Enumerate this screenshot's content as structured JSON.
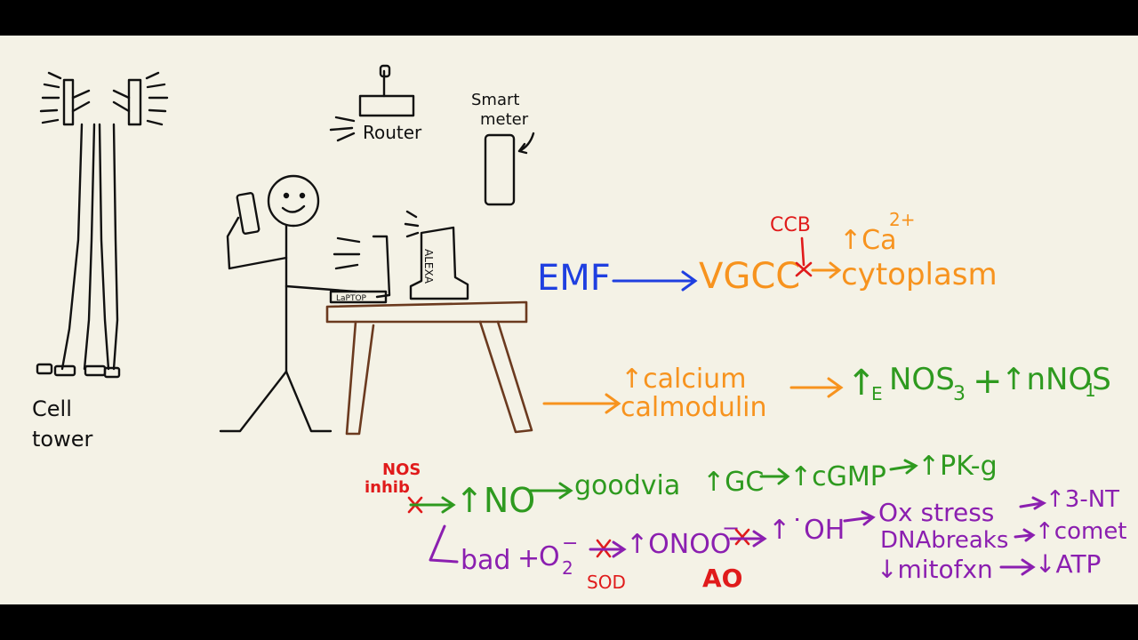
{
  "colors": {
    "background": "#f4f2e6",
    "ink": "#111111",
    "blue": "#1f3fe0",
    "orange": "#f7931e",
    "green": "#2e9a1f",
    "red": "#e01b1b",
    "purple": "#8b1fb0",
    "brown": "#6b3a1f"
  },
  "labels": {
    "cell_tower_1": "Cell",
    "cell_tower_2": "tower",
    "router": "Router",
    "smart_meter_1": "Smart",
    "smart_meter_2": "meter",
    "alexa": "ALEXA",
    "laptop": "LaPTOP"
  },
  "flow": {
    "emf": "EMF",
    "vgcc": "VGCC",
    "ccb": "CCB",
    "ca_prefix": "↑Ca",
    "ca_sup": "2+",
    "cytoplasm": "cytoplasm",
    "calcium": "↑calcium",
    "calmodulin": "calmodulin",
    "enos_prefix": "↑",
    "enos_sub": "E",
    "enos_main": "NOS",
    "enos_num": "3",
    "plus": "+",
    "nnos": "↑nNOS",
    "nnos_num": "1",
    "nos_inhib_1": "NOS",
    "nos_inhib_2": "inhib",
    "no": "↑NO",
    "goodvia": "goodvia",
    "gc": "↑GC",
    "cgmp": "↑cGMP",
    "pkg": "↑PK-g",
    "bad": "bad",
    "plus2": "+",
    "o2": "O",
    "o2_sub": "2",
    "o2_sup": "−",
    "sod": "SOD",
    "onoo": "↑ONOO",
    "onoo_sup": "−",
    "ao": "AO",
    "oh": "↑˙OH",
    "ox_stress": "Ox stress",
    "three_nt": "↑3-NT",
    "dna_breaks": "DNAbreaks",
    "comet": "↑comet",
    "mitofxn": "↓mitofxn",
    "atp": "↓ATP"
  }
}
